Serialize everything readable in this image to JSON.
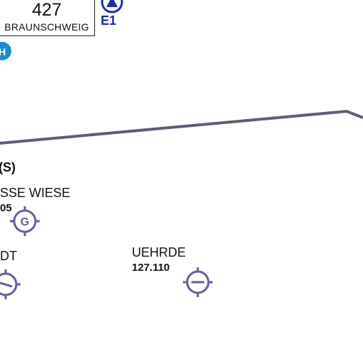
{
  "vor_box": {
    "frequency": "427",
    "name": "BRAUNSCHWEIG"
  },
  "route_marker": {
    "label": "E1",
    "color": "#1f2f9e"
  },
  "heli_marker": {
    "letter": "H",
    "color": "#1b8fc7"
  },
  "line_color": "#5a6072",
  "airfields": [
    {
      "name": "(S)",
      "frequency": "",
      "symbol": "none"
    },
    {
      "name": "SSE WIESE",
      "frequency": "05",
      "symbol": "glider-G"
    },
    {
      "name": "DT",
      "frequency": "",
      "symbol": "minus"
    },
    {
      "name": "UEHRDE",
      "frequency": "127.110",
      "symbol": "minus"
    }
  ],
  "symbol_color": "#6b5aa0"
}
